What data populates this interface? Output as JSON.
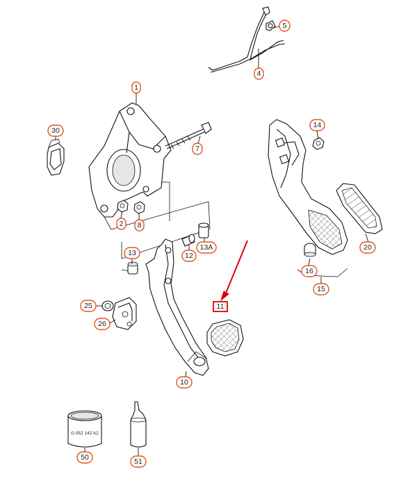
{
  "diagram": {
    "callouts": [
      "1",
      "2",
      "4",
      "5",
      "7",
      "8",
      "10",
      "11",
      "12",
      "13",
      "13A",
      "14",
      "15",
      "16",
      "20",
      "25",
      "26",
      "30",
      "50",
      "51"
    ],
    "container_label": "G 052 142 A2",
    "accent_color": "#e0561f",
    "highlight_color": "#e00000"
  }
}
